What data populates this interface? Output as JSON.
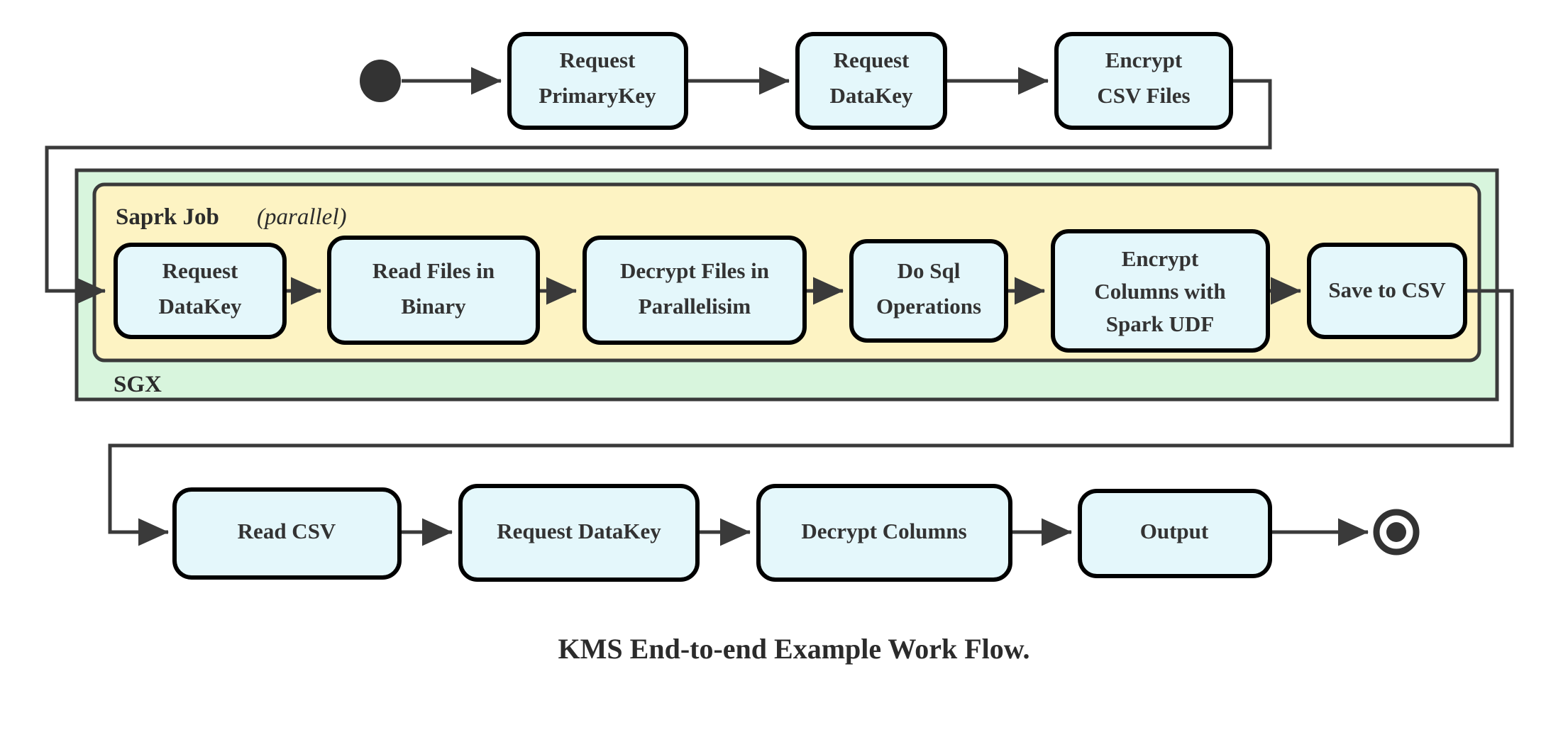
{
  "diagram": {
    "title": "KMS End-to-end Example Work Flow.",
    "colors": {
      "node_fill": "#e4f7fb",
      "node_stroke": "#000000",
      "sgx_fill": "#d8f5dd",
      "spark_fill": "#fdf3c3",
      "container_stroke": "#3a3a3a",
      "edge_stroke": "#3a3a3a",
      "terminal_fill": "#333333",
      "text": "#333333",
      "background": "#ffffff"
    },
    "containers": {
      "sgx": {
        "label": "SGX"
      },
      "spark": {
        "label": "Saprk Job",
        "modifier": "(parallel)",
        "modifier_open": "(",
        "modifier_word": "parallel",
        "modifier_close": ")"
      }
    },
    "terminals": {
      "start": {
        "name": "start-node"
      },
      "end": {
        "name": "end-node"
      }
    },
    "rows": {
      "top": [
        {
          "id": "request-primarykey",
          "line1": "Request",
          "line2": "PrimaryKey"
        },
        {
          "id": "request-datakey-top",
          "line1": "Request",
          "line2": "DataKey"
        },
        {
          "id": "encrypt-csv-files",
          "line1": "Encrypt",
          "line2": "CSV Files"
        }
      ],
      "spark": [
        {
          "id": "request-datakey-spark",
          "line1": "Request",
          "line2": "DataKey"
        },
        {
          "id": "read-files-in-binary",
          "line1": "Read Files in",
          "line2": "Binary"
        },
        {
          "id": "decrypt-files-in-parallelisim",
          "line1": "Decrypt Files in",
          "line2": "Parallelisim"
        },
        {
          "id": "do-sql-operations",
          "line1": "Do Sql",
          "line2": "Operations"
        },
        {
          "id": "encrypt-columns-with-spark-udf",
          "line1": "Encrypt",
          "line2": "Columns with",
          "line3": "Spark UDF"
        },
        {
          "id": "save-to-csv",
          "line1": "Save to CSV"
        }
      ],
      "bottom": [
        {
          "id": "read-csv",
          "line1": "Read CSV"
        },
        {
          "id": "request-datakey-bottom",
          "line1": "Request DataKey"
        },
        {
          "id": "decrypt-columns",
          "line1": "Decrypt Columns"
        },
        {
          "id": "output",
          "line1": "Output"
        }
      ]
    }
  }
}
